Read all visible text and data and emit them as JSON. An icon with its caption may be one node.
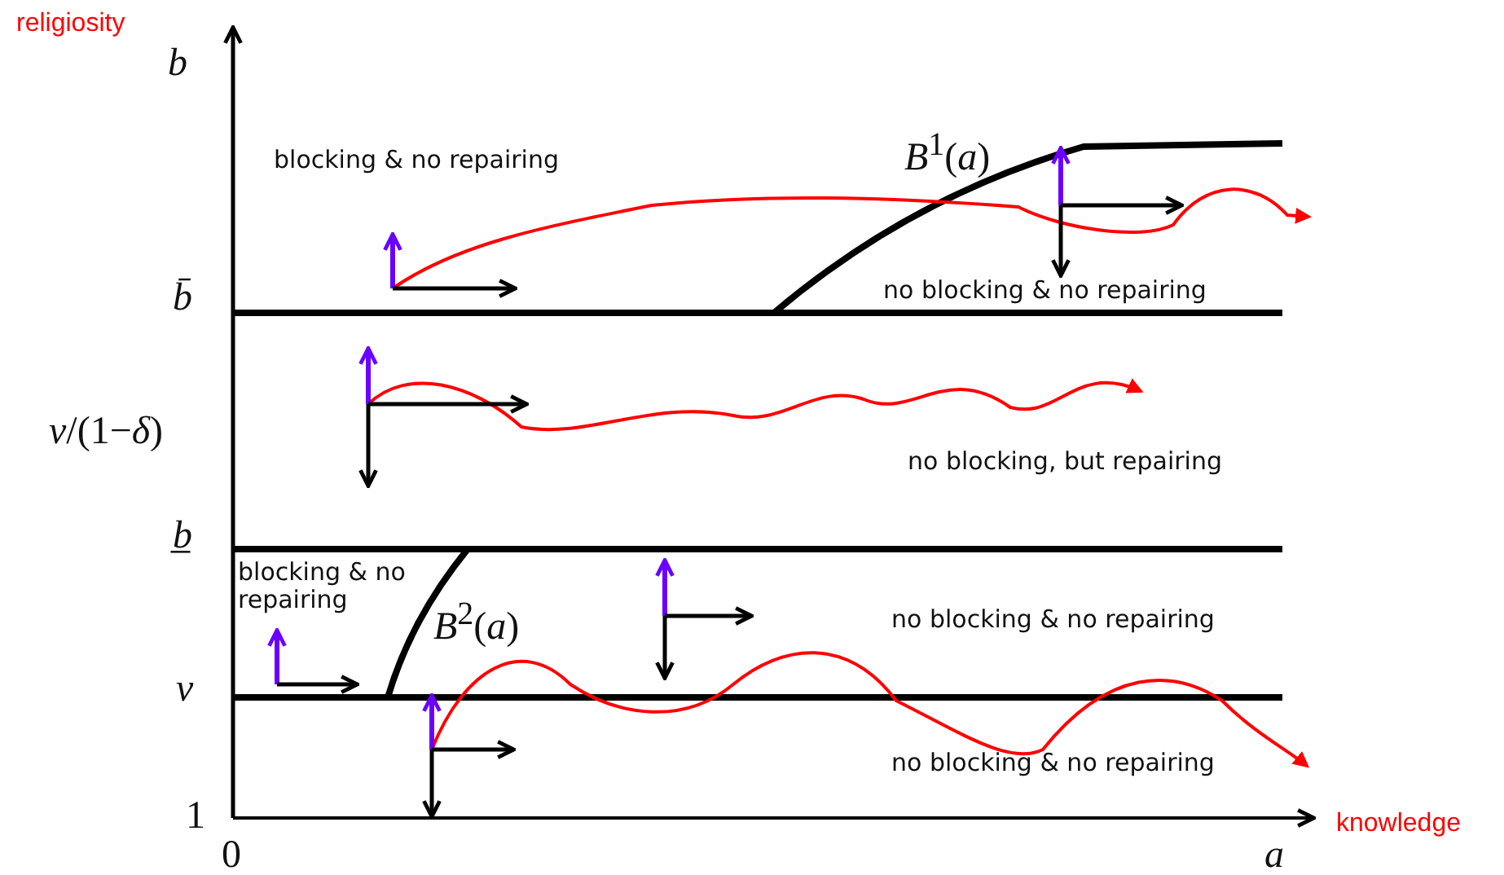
{
  "diagram": {
    "labels": [
      "religiosity",
      "*b*",
      "blocking & no repairing",
      "*B*$^{1}$(*a*)",
      "*b̄*",
      "no blocking & no repairing",
      "*ν*/(1−*δ*)",
      "no blocking, but repairing",
      "*b̲*",
      "blocking & no repairing",
      "*B*$^{2}$(*a*)",
      "*ν*",
      "no blocking & no repairing",
      "no blocking & no repairing",
      "1",
      "0",
      "knowledge",
      "*a*"
    ]
  }
}
